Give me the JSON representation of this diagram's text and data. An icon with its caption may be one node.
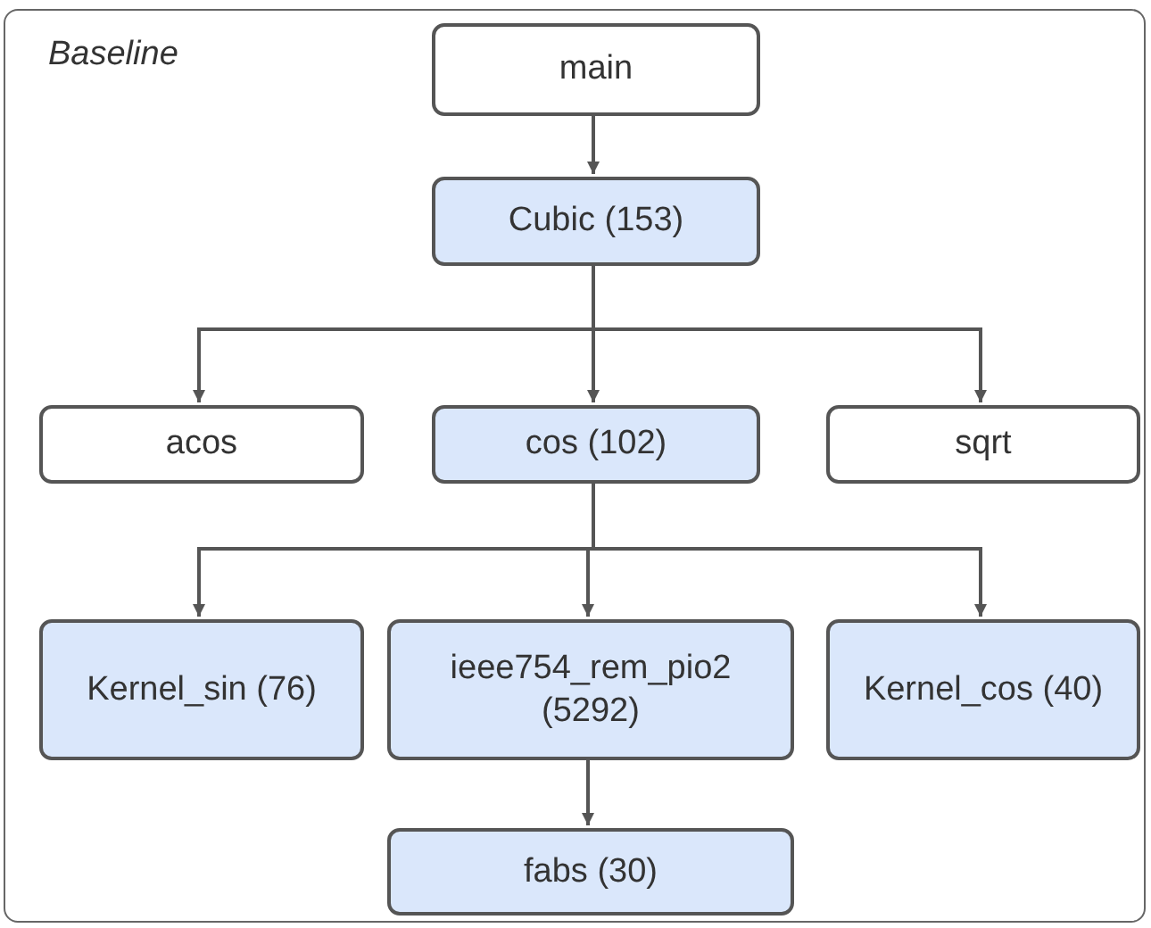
{
  "diagram": {
    "nodes": [
      {
        "text": [
          "Baseline"
        ]
      },
      {
        "text": [
          "main"
        ],
        "in": 0
      },
      {
        "text": [
          "Cubic (153)"
        ],
        "in": 0
      },
      {
        "text": [
          "acos"
        ],
        "in": 0
      },
      {
        "text": [
          "cos (102)"
        ],
        "in": 0
      },
      {
        "text": [
          "sqrt"
        ],
        "in": 0
      },
      {
        "text": [
          "Kernel_sin (76)"
        ],
        "in": 0
      },
      {
        "text": [
          "ieee754_rem_pio2 (5292)"
        ],
        "in": 0
      },
      {
        "text": [
          "Kernel_cos (40)"
        ],
        "in": 0
      },
      {
        "text": [
          "fabs (30)"
        ],
        "in": 0
      }
    ],
    "edges": [
      {
        "from": 1,
        "to": 2,
        "arrow": "to"
      },
      {
        "from": 2,
        "to": 3,
        "arrow": "to"
      },
      {
        "from": 2,
        "to": 4,
        "arrow": "to"
      },
      {
        "from": 2,
        "to": 5,
        "arrow": "to"
      },
      {
        "from": 4,
        "to": 6,
        "arrow": "to"
      },
      {
        "from": 4,
        "to": 7,
        "arrow": "to"
      },
      {
        "from": 4,
        "to": 8,
        "arrow": "to"
      },
      {
        "from": 7,
        "to": 9,
        "arrow": "to"
      }
    ]
  }
}
